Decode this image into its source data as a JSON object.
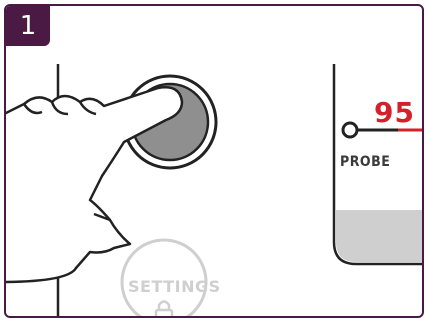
{
  "step": {
    "number": "1",
    "badge_color": "#4a1a45"
  },
  "display": {
    "probe_value": "95",
    "probe_label": "PROBE",
    "value_color": "#d4202a"
  },
  "controls": {
    "settings_label": "SETTINGS"
  },
  "icons": {
    "probe": "probe-icon",
    "lock": "lock-icon",
    "hand": "pointing-hand-icon",
    "button": "round-button-icon"
  }
}
